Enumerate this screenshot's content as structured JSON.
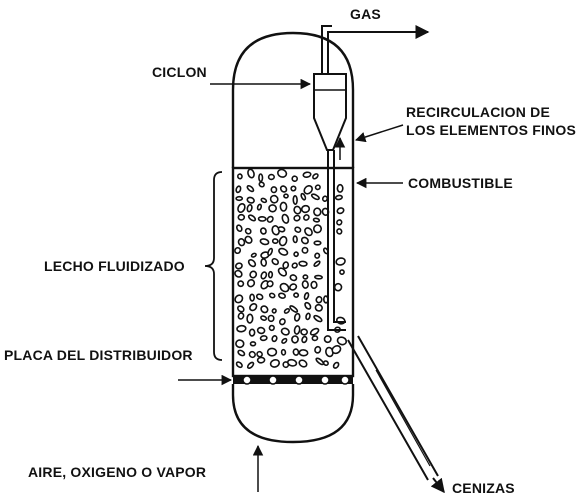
{
  "labels": {
    "gas": "GAS",
    "ciclon": "CICLON",
    "recirculacion_1": "RECIRCULACION DE",
    "recirculacion_2": "LOS ELEMENTOS FINOS",
    "combustible": "COMBUSTIBLE",
    "lecho": "LECHO FLUIDIZADO",
    "placa": "PLACA DEL DISTRIBUIDOR",
    "aire": "AIRE, OXIGENO O VAPOR",
    "cenizas": "CENIZAS"
  },
  "colors": {
    "ink": "#111111",
    "paper": "#ffffff"
  }
}
